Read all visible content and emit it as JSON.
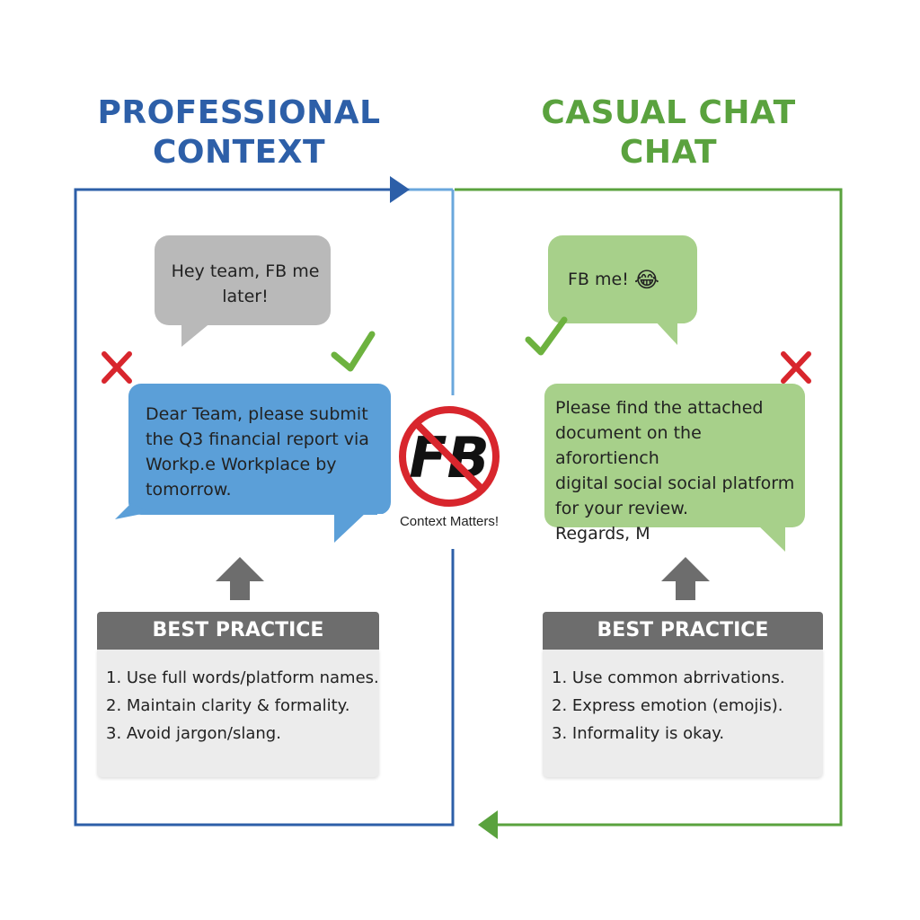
{
  "headings": {
    "professional": [
      "PROFESSIONAL",
      "CONTEXT"
    ],
    "casual": [
      "CASUAL CHAT",
      "CHAT"
    ]
  },
  "professional": {
    "informal_message": "Hey team, FB me later!",
    "formal_message": "Dear Team, please submit the Q3 financial report via Workp.e Workplace by tomorrow.",
    "informal_mark": "check-icon",
    "formal_mark": "cross-icon",
    "best_practice": {
      "title": "BEST PRACTICE",
      "items": [
        "1. Use full words/platform names.",
        "2. Maintain clarity & formality.",
        "3. Avoid jargon/slang."
      ]
    }
  },
  "casual": {
    "informal_message": "FB me!",
    "informal_emoji": "😂",
    "formal_message_lines": [
      "Please find the attached",
      "document on the aforortiench",
      "digital social social platform",
      "for your review.",
      "Regards, M"
    ],
    "informal_mark": "check-icon",
    "formal_mark": "cross-icon",
    "best_practice": {
      "title": "BEST PRACTICE",
      "items": [
        "1. Use common abrrivations.",
        "2. Express emotion (emojis).",
        "3. Informality is okay."
      ]
    }
  },
  "center": {
    "badge_text": "FB",
    "caption": "Context Matters!"
  },
  "colors": {
    "professional_blue": "#2d5fa8",
    "casual_green": "#5aa23e",
    "bubble_gray": "#b9b9b9",
    "bubble_blue": "#5b9fd8",
    "bubble_green": "#a7d08a",
    "check_green": "#6db23f",
    "cross_red": "#d8262d",
    "header_gray": "#6d6d6d"
  }
}
